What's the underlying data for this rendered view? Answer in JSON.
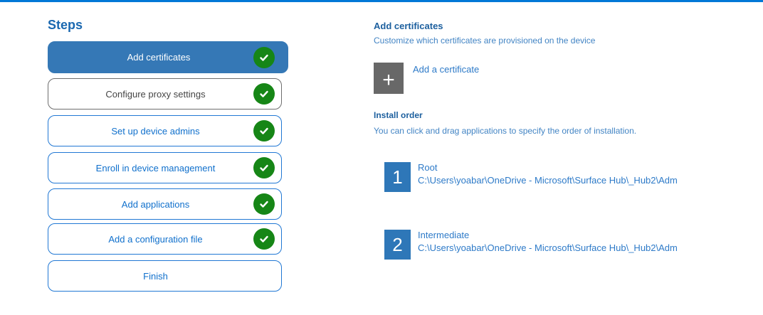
{
  "colors": {
    "top_accent": "#0078d7",
    "active_step_fill": "#3578b6",
    "step_border_blue": "#2178d4",
    "step_text_blue": "#1070cc",
    "gray_step_border": "#6e6e6e",
    "check_green": "#168616",
    "plus_tile_gray": "#686868",
    "number_tile_blue": "#2e77b8",
    "heading_blue": "#1c5f9e",
    "body_blue": "#4284c4"
  },
  "sidebar": {
    "title": "Steps",
    "steps": [
      {
        "label": "Add certificates",
        "state": "active",
        "checked": true
      },
      {
        "label": "Configure proxy settings",
        "state": "gray",
        "checked": true
      },
      {
        "label": "Set up device admins",
        "state": "normal",
        "checked": true
      },
      {
        "label": "Enroll in device management",
        "state": "normal",
        "checked": true
      },
      {
        "label": "Add applications",
        "state": "normal",
        "checked": true
      },
      {
        "label": "Add a configuration file",
        "state": "normal",
        "checked": true
      },
      {
        "label": "Finish",
        "state": "normal",
        "checked": false
      }
    ]
  },
  "main": {
    "section_title": "Add certificates",
    "section_subtitle": "Customize which certificates are provisioned on the device",
    "add_button": {
      "icon": "plus-icon",
      "glyph": "+",
      "label": "Add a certificate"
    },
    "install_order": {
      "title": "Install order",
      "description": "You can click and drag applications to specify the order of installation.",
      "items": [
        {
          "number": "1",
          "name": "Root",
          "path": "C:\\Users\\yoabar\\OneDrive - Microsoft\\Surface Hub\\_Hub2\\Adm"
        },
        {
          "number": "2",
          "name": "Intermediate",
          "path": "C:\\Users\\yoabar\\OneDrive - Microsoft\\Surface Hub\\_Hub2\\Adm"
        }
      ]
    }
  }
}
